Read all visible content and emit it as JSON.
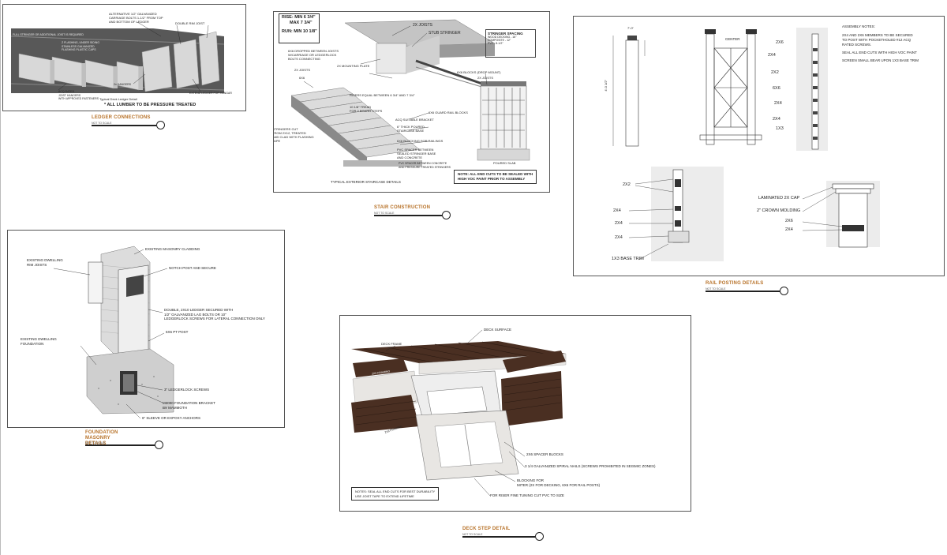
{
  "sheets": {
    "ledger": {
      "labels": {
        "top_note": "FULL STRINGER OR ADDITIONAL JOIST IS REQUIRED",
        "alt_bolts": "ALTERNATIVE 1/2\" GALVANIZED\nCARRIAGE BOLTS 1-1/2\" FROM TOP\nAND BOTTOM OF LEDGER",
        "double_joist": "DOUBLE RIM JOIST",
        "flashing": "Z FLASHING, UNDER SIDING\nSTAINLESS GALVANIZED\nFLASHING PLASTIC CAPS",
        "hangers": "2x HANGERS",
        "acq": "ACQ RATED\nJOIST HANGERS\nWITH APPROVED FASTENERS",
        "extend": "EXTEND LEDGER FOR HANGAR",
        "caption": "Typical Deck Ledger Detail",
        "pressure": "* ALL LUMBER TO BE PRESSURE TREATED"
      },
      "title": "LEDGER CONNECTIONS",
      "sub": "NOT TO SCALE"
    },
    "stairs": {
      "rise_lines": [
        "RISE: MIN 6 3/4\"",
        "MAX 7 3/4\"",
        "RUN: MIN 10 1/8\""
      ],
      "stringer_spacing": {
        "heading": "STRINGER SPACING",
        "rows": [
          "WOOD DECKING - 16\"",
          "COMPOSITE - 12\"",
          "PVC - 8-1/2\""
        ]
      },
      "labels": {
        "joists_top": "2X JOISTS",
        "stub": "STUB STRINGER",
        "dropped": "6X6 DROPPED BETWEEN JOISTS\nW/CARRIAGE OR LEDGERLOCK\nBOLTS CONNECTING",
        "mounting": "2X MOUNTING PLATE",
        "joists_left": "2X JOISTS",
        "six": "6X6",
        "blocks_drop": "6X6 BLOCKS (DROP MOUNT)",
        "joists_right": "2X JOISTS",
        "risers": "RISERS EQUAL BETWEEN 6 3/4\" AND 7 3/4\"",
        "tread": "10 1/8\" TREAD\nFOR 2 BOARD STEPS",
        "guard": "6X6 GUARD RAIL BLOCKS",
        "bracket": "ACQ SUITABLE BRACKET",
        "concrete": "6\" THICK POURED\nSTAIRCASE BASE",
        "blocking": "6X6 BLOCKING FOR RAILINGS",
        "stringers_cut": "STRINGERS CUT\nFROM 2X12, TREATED\nAND CLAD WITH FLASHING\nTAPE",
        "pvc": "PVC SPACER BETWEEN\nSEALED STRINGER BASE\nAND CONCRETE",
        "pvc2": "PVC SPACER BETWEEN CONCRETE\nAND PRESSURE TREATED STRINGERS",
        "slab": "POURED SLAB",
        "caption": "TYPICAL EXTERIOR STAIRCASE DETAILS"
      },
      "note": "NOTE: ALL END CUTS TO BE SEALED WITH\nHIGH VOC PAINT PRIOR TO ASSEMBLY",
      "title": "STAIR CONSTRUCTION",
      "sub": "NOT TO SCALE"
    },
    "railing": {
      "assembly_notes": [
        "ASSEMBLY NOTES:",
        "2X4 AND 2X6 MEMBERS TO BE SECURED\nTO POST WITH POCKETHOLED #12 ACQ\nRATED SCREWS.",
        "SEAL ALL END CUTS WITH HIGH VOC PAINT",
        "SCREEN SMALL BEAR UPON 1X3 BASE TRIM"
      ],
      "labels": {
        "center": "CENTER",
        "l2x6": "2X6",
        "l2x4a": "2X4",
        "l2x2": "2X2",
        "l6x6": "6X6",
        "l2x4b": "2X4",
        "l2x4c": "2X4",
        "l1x3": "1X3",
        "d2x2": "2X2",
        "d2x4a": "2X4",
        "d2x4b": "2X4",
        "d2x4c": "2X4",
        "base_trim": "1X3 BASE TRIM",
        "cap": "LAMINATED 2X CAP",
        "crown": "2\" CROWN MOLDING",
        "c2x6": "2X6",
        "c2x4": "2X4",
        "dim_top": "7'-0\"",
        "dim_h": "4'-0 1/2\""
      },
      "title": "RAIL POSTING DETAILS",
      "sub": "NOT TO SCALE"
    },
    "footing": {
      "labels": {
        "rim": "EXISTING DWELLING\nRIM JOISTS",
        "cladding": "EXISTING MASONRY CLADDING",
        "notch": "NOTCH POST AND SECURE",
        "double": "DOUBLE, 2X10 LEDGER SECURED WITH\n1/2\" GALVANIZED LAG BOLTS OR 10\"\nLEDGERLOCK SCREWS FOR LATERAL CONNECTION ONLY",
        "post": "6X6 PT POST",
        "foundation": "EXISTING DWELLING\nFOUNDATION",
        "screws": "3\" LEDGERLOCK SCREWS",
        "bracket": "M3000 FOUNDATION BRACKET\nBY MAMMOTH",
        "sleeve": "6\" SLEEVE OR EXPOXY ANCHORS"
      },
      "title": "FOUNDATION MASONRY\nDETAILS",
      "sub": "NOT TO SCALE"
    },
    "deck": {
      "labels": {
        "surface": "DECK SURFACE",
        "frame": "DECK FRAME",
        "framing_a": "2X6 FRAMING",
        "framing_b": "2X6 FRAMING",
        "spacer": "2X6 SPACER BLOCKS",
        "nails": "3 1/4 GALVANIZED SPIRAL NAILS (SCREWS PROHIBITED IN SEISMIC ZONES)",
        "blocking": "BLOCKING FOR\nMITER (2X FOR DECKING, 6X6 FOR RAIL POSTS)",
        "riser": "FOR RISER FINE TUNING CUT PVC TO SIZE"
      },
      "note": "NOTES: SEAL ALL END CUTS FOR BEST DURABILITY\nUSE JOIST TAPE TO EXTEND LIFETIME",
      "title": "DECK STEP DETAIL",
      "sub": "NOT TO SCALE"
    }
  },
  "colors": {
    "accent_title": "#b8732a",
    "wood_dark": "#4a2f22",
    "wood_light": "#e8e6e3"
  }
}
